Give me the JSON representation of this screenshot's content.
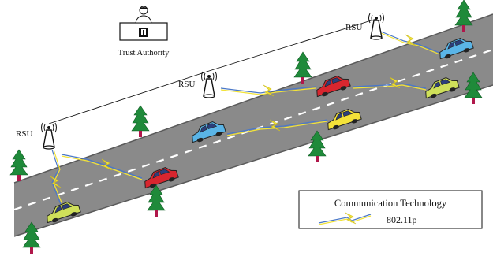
{
  "diagram": {
    "trust_authority_label": "Trust Authority",
    "rsu_label": "RSU",
    "legend": {
      "title": "Communication Technology",
      "item": "802.11p"
    },
    "colors": {
      "road": "#8a8a8a",
      "road_edge": "#5a5a5a",
      "lane_marking": "#ffffff",
      "tree": "#1f8a3a",
      "trunk": "#b0174a",
      "link_blue": "#4a78c8",
      "link_yellow": "#f2e33a",
      "car_blue": "#5ab4e6",
      "car_red": "#d8262f",
      "car_yellow": "#f4e23a",
      "car_olive": "#cfe05a"
    },
    "icons": [
      "antenna-icon",
      "trust-authority-icon",
      "tree-icon",
      "car-icon",
      "lightning-icon"
    ]
  }
}
